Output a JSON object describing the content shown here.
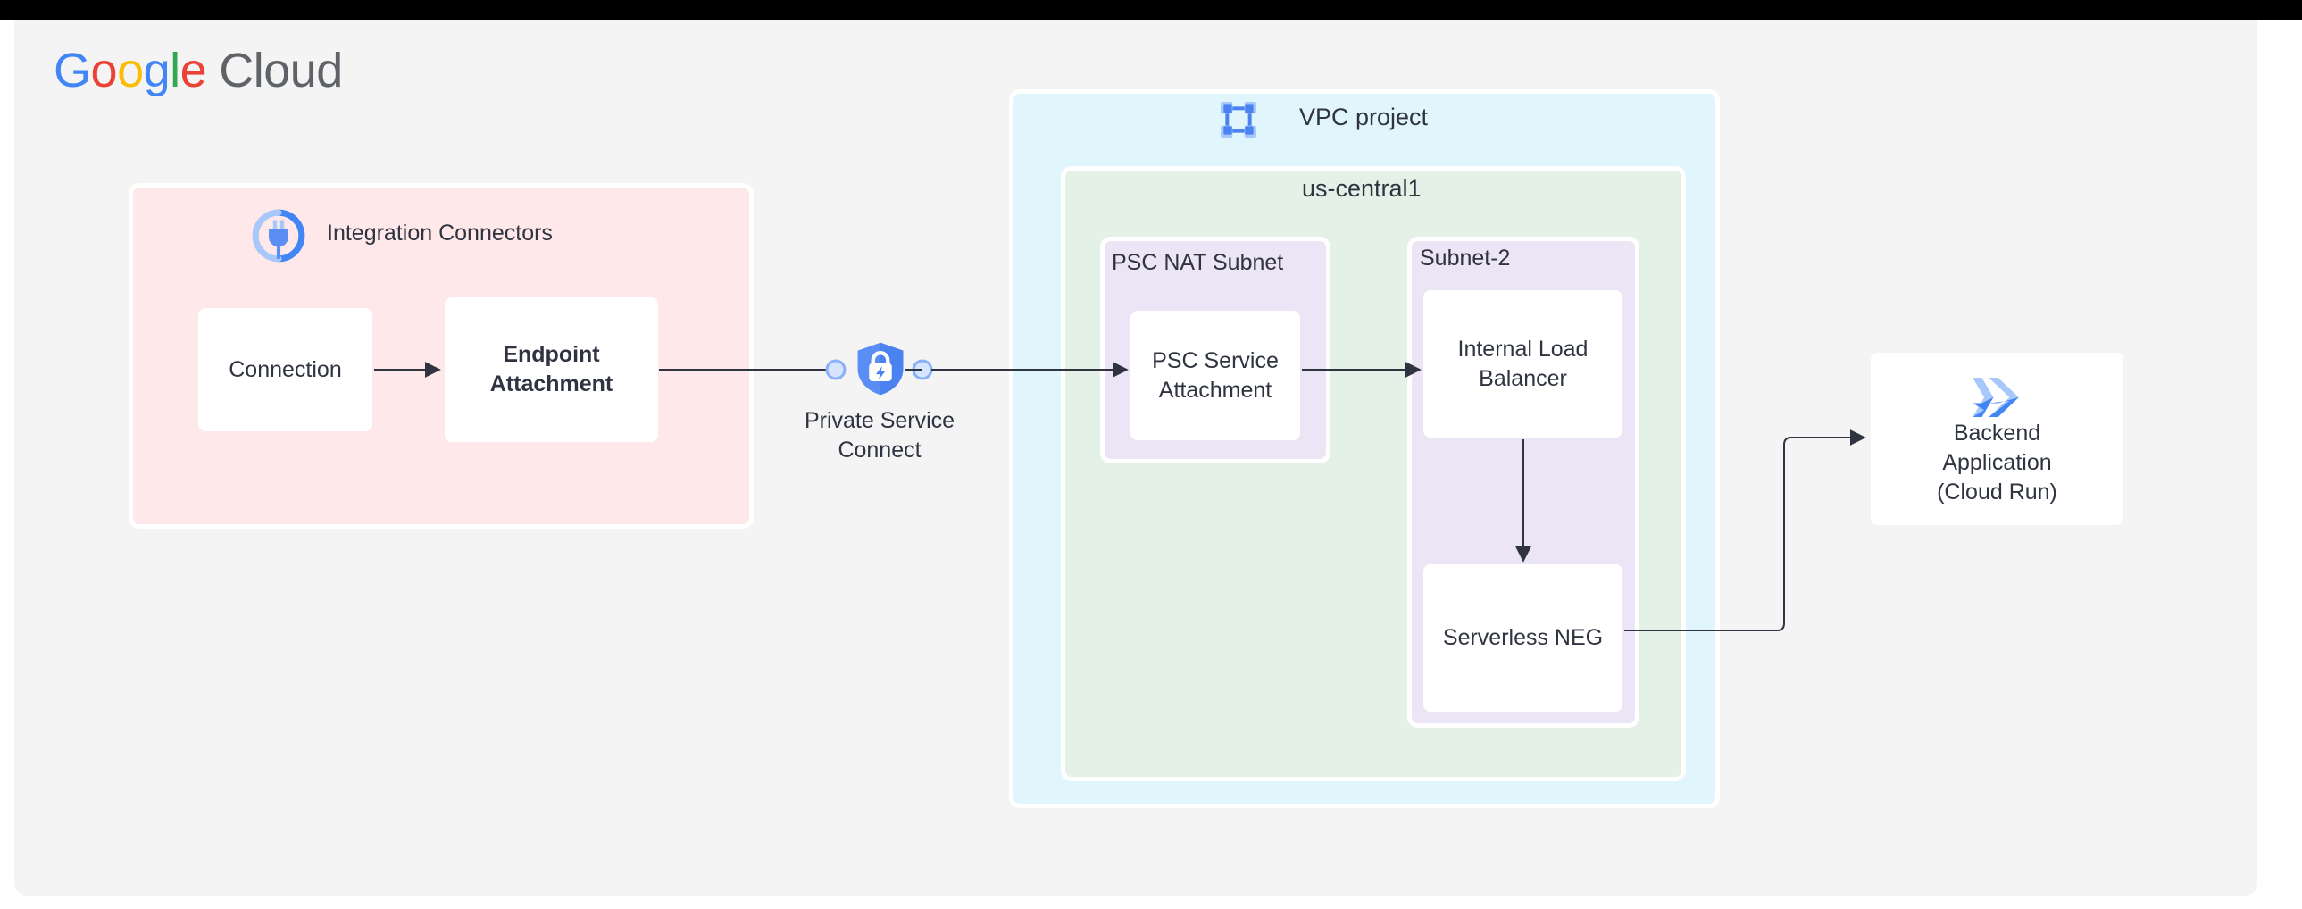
{
  "brand": {
    "word_google": [
      "G",
      "o",
      "o",
      "g",
      "l",
      "e"
    ],
    "word_cloud": "Cloud",
    "colors": {
      "blue": "#4285f4",
      "red": "#ea4335",
      "yellow": "#fbbc05",
      "green": "#34a853",
      "cloud_gray": "#5f6368"
    }
  },
  "canvas": {
    "background": "#f4f4f4"
  },
  "groups": {
    "integration_connectors": {
      "title": "Integration Connectors",
      "icon": "integration-connectors-icon",
      "fill": "#fee8e9"
    },
    "vpc_project": {
      "title": "VPC project",
      "icon": "vpc-network-icon",
      "fill": "#e1f5fd"
    },
    "region": {
      "title": "us-central1",
      "fill": "#e4f1e7"
    },
    "psc_nat_subnet": {
      "title": "PSC NAT Subnet",
      "fill": "#ece5f5"
    },
    "subnet_2": {
      "title": "Subnet-2",
      "fill": "#ece5f5"
    }
  },
  "nodes": {
    "connection": {
      "label": "Connection"
    },
    "endpoint_attachment": {
      "label": "Endpoint\nAttachment"
    },
    "psc_service_attachment": {
      "label": "PSC Service\nAttachment"
    },
    "internal_load_balancer": {
      "label": "Internal Load\nBalancer"
    },
    "serverless_neg": {
      "label": "Serverless NEG"
    },
    "backend_application": {
      "label": "Backend\nApplication\n(Cloud Run)",
      "icon": "cloud-run-icon"
    }
  },
  "labels": {
    "private_service_connect": {
      "text": "Private Service\nConnect",
      "icon": "private-service-connect-shield-icon"
    }
  },
  "connectors": [
    {
      "name": "connection-to-endpoint-attachment",
      "from": "connection",
      "to": "endpoint_attachment"
    },
    {
      "name": "endpoint-attachment-to-psc",
      "from": "endpoint_attachment",
      "to": "private_service_connect"
    },
    {
      "name": "psc-to-psc-service-attachment",
      "from": "private_service_connect",
      "to": "psc_service_attachment"
    },
    {
      "name": "psc-service-attachment-to-ilb",
      "from": "psc_service_attachment",
      "to": "internal_load_balancer"
    },
    {
      "name": "ilb-to-serverless-neg",
      "from": "internal_load_balancer",
      "to": "serverless_neg"
    },
    {
      "name": "serverless-neg-to-backend",
      "from": "serverless_neg",
      "to": "backend_application"
    }
  ]
}
